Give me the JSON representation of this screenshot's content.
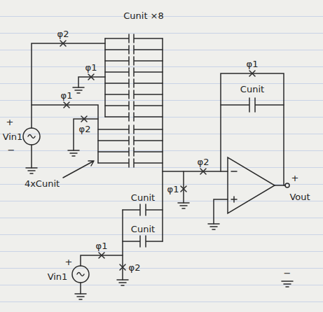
{
  "diagram": {
    "labels": [
      "Cunit ×8",
      "φ2",
      "φ1",
      "φ1",
      "+",
      "Vin1",
      "−",
      "φ2",
      "4xCunit",
      "Cunit",
      "Cunit",
      "φ1",
      "+",
      "Vin1",
      "φ2",
      "φ1",
      "Cunit",
      "φ2",
      "φ1",
      "+",
      "Vout",
      "−"
    ]
  }
}
